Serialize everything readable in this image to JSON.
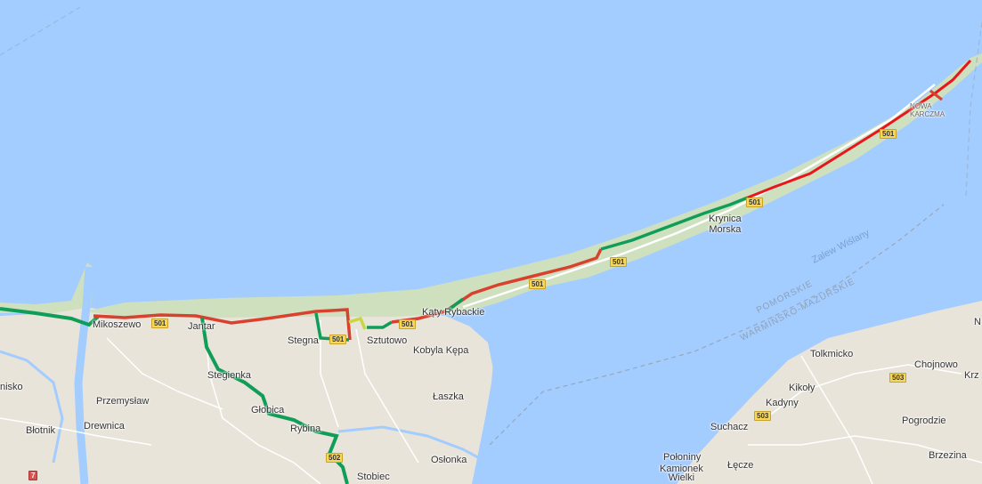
{
  "map": {
    "colors": {
      "sea": "#a3ccff",
      "land": "#e9e4da",
      "spit": "#cfe0be",
      "lagoon": "#a3ccff",
      "road": "#ffffff",
      "route_green": "#0f9d58",
      "route_red": "#d9412f",
      "route_bright_red": "#e8161c",
      "route_yellow": "#c8d640"
    },
    "places": [
      {
        "id": "mikoszewo",
        "name": "Mikoszewo"
      },
      {
        "id": "jantar",
        "name": "Jantar"
      },
      {
        "id": "stegna",
        "name": "Stegna"
      },
      {
        "id": "sztutowo",
        "name": "Sztutowo"
      },
      {
        "id": "katy-rybackie",
        "name": "Kąty Rybackie"
      },
      {
        "id": "kobyla-kepa",
        "name": "Kobyla Kępa"
      },
      {
        "id": "steglinka",
        "name": "Stegienka"
      },
      {
        "id": "przemyslaw",
        "name": "Przemysław"
      },
      {
        "id": "drewnica",
        "name": "Drewnica"
      },
      {
        "id": "blotnik",
        "name": "Błotnik"
      },
      {
        "id": "nisko",
        "name": "nisko"
      },
      {
        "id": "globica",
        "name": "Głobica"
      },
      {
        "id": "rybina",
        "name": "Rybina"
      },
      {
        "id": "laszka",
        "name": "Łaszka"
      },
      {
        "id": "oslonka",
        "name": "Osłonka"
      },
      {
        "id": "stobiec",
        "name": "Stobiec"
      },
      {
        "id": "krynica-morska",
        "name": "Krynica\nMorska"
      },
      {
        "id": "tolkmicko",
        "name": "Tolkmicko"
      },
      {
        "id": "chojnowo",
        "name": "Chojnowo"
      },
      {
        "id": "kikoly",
        "name": "Kikoły"
      },
      {
        "id": "kadyny",
        "name": "Kadyny"
      },
      {
        "id": "suchacz",
        "name": "Suchacz"
      },
      {
        "id": "pogrodzie",
        "name": "Pogrodzie"
      },
      {
        "id": "brzezina",
        "name": "Brzezina"
      },
      {
        "id": "polonimy",
        "name": "Połoniny"
      },
      {
        "id": "kamionek",
        "name": "Kamionek\nWielki"
      },
      {
        "id": "lecze",
        "name": "Łęcze"
      },
      {
        "id": "krz",
        "name": "Krz"
      },
      {
        "id": "n",
        "name": "N"
      }
    ],
    "small_places": [
      {
        "id": "nowa-karczma",
        "name": "NOWA\nKARCZMA"
      }
    ],
    "water_labels": [
      {
        "id": "zalew",
        "name": "Zalew Wiślany"
      }
    ],
    "region_labels": [
      {
        "id": "pomorskie",
        "name": "POMORSKIE"
      },
      {
        "id": "warminsko",
        "name": "WARMIŃSKO-MAZURSKIE"
      }
    ],
    "road_shields": [
      {
        "id": "s1",
        "label": "501"
      },
      {
        "id": "s2",
        "label": "501"
      },
      {
        "id": "s3",
        "label": "501"
      },
      {
        "id": "s4",
        "label": "501"
      },
      {
        "id": "s5",
        "label": "501"
      },
      {
        "id": "s6",
        "label": "501"
      },
      {
        "id": "s7",
        "label": "501"
      },
      {
        "id": "s8",
        "label": "502"
      },
      {
        "id": "s9",
        "label": "503"
      },
      {
        "id": "s10",
        "label": "503"
      },
      {
        "id": "s11",
        "label": "7"
      }
    ]
  }
}
